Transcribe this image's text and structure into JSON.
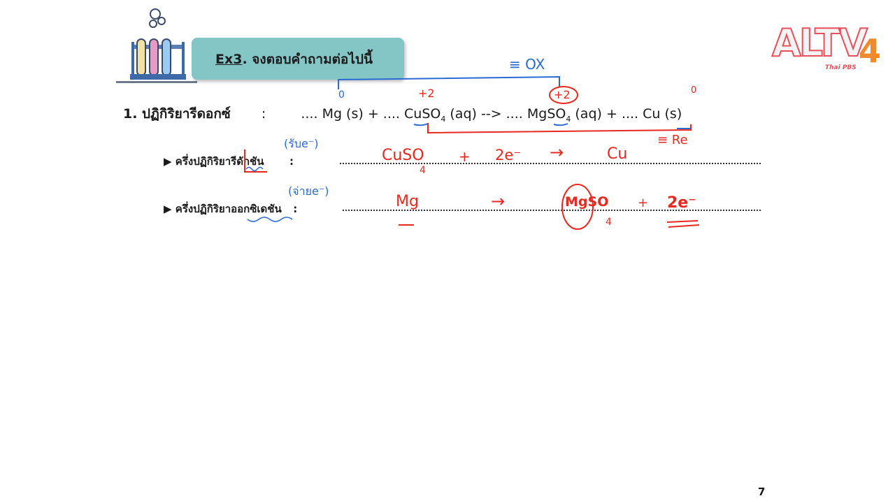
{
  "title": {
    "ex_label": "Ex3",
    "rest": ". จงตอบคำถามต่อไปนี้"
  },
  "equation": {
    "number_label": "1. ปฏิกิริยารีดอกซ์",
    "colon": ":",
    "blank1": "....",
    "mg": "Mg (s) +",
    "blank2": "....",
    "cuso4_main": "CuSO",
    "cuso4_sub": "4",
    "cuso4_state": "(aq) -->",
    "blank3": "....",
    "mgso4_main": "MgSO",
    "mgso4_sub": "4",
    "mgso4_state": "(aq) +",
    "blank4": "....",
    "cu": "Cu (s)"
  },
  "half_reactions": [
    {
      "label": "ครึ่งปฏิกิริยารีดักชัน",
      "colon": ":"
    },
    {
      "label": "ครึ่งปฏิกิริยาออกซิเดชัน",
      "colon": ":"
    }
  ],
  "annotations": {
    "ox_note": "≡ OX",
    "re_note": "≡ Re",
    "ox_num_mg": "0",
    "ox_num_cu_reactant": "+2",
    "ox_num_mg_product": "+2",
    "ox_num_cu_product": "0",
    "receive_e": "(รับe⁻)",
    "give_e": "(จ่ายe⁻)",
    "red_line": {
      "cuso": "CuSO",
      "sub4": "4",
      "plus": "+",
      "electrons": "2e⁻",
      "arrow": "→",
      "cu": "Cu"
    },
    "ox_line": {
      "mg": "Mg",
      "arrow": "→",
      "mgso": "MgSO",
      "sub4": "4",
      "plus": "+",
      "electrons": "2e⁻"
    }
  },
  "logo": {
    "text": "ALTV",
    "channel": "4",
    "sub": "Thai PBS"
  },
  "page_number": "7",
  "colors": {
    "title_box": "#84c6c6",
    "red_ink": "#e8291f",
    "blue_ink": "#2a6ad4"
  }
}
